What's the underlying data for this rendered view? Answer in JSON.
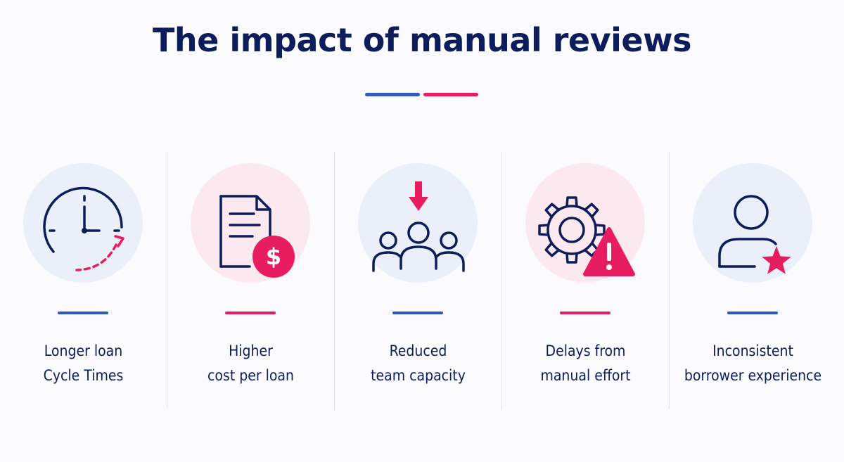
{
  "title": "The impact of manual reviews",
  "colors": {
    "navy": "#0d1d5c",
    "blue": "#2f58c6",
    "pink": "#e71d5f",
    "blue_tint": "#eaeffa",
    "pink_tint": "#fce9ef"
  },
  "items": [
    {
      "icon": "clock-icon",
      "accent": "blue",
      "line1": "Longer loan",
      "line2": "Cycle Times"
    },
    {
      "icon": "document-dollar-icon",
      "accent": "pink",
      "line1": "Higher",
      "line2": "cost per loan"
    },
    {
      "icon": "team-down-arrow-icon",
      "accent": "blue",
      "line1": "Reduced",
      "line2": "team capacity"
    },
    {
      "icon": "gear-warning-icon",
      "accent": "pink",
      "line1": "Delays from",
      "line2": "manual effort"
    },
    {
      "icon": "user-star-icon",
      "accent": "blue",
      "line1": "Inconsistent",
      "line2": "borrower experience"
    }
  ]
}
